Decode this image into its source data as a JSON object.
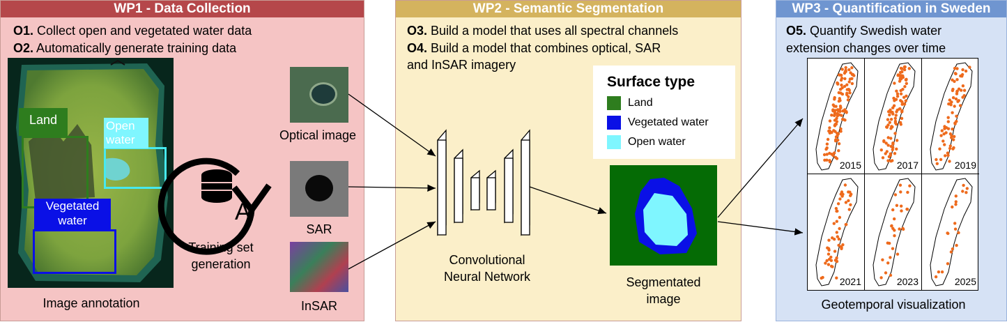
{
  "wp1": {
    "title": "WP1 - Data Collection",
    "header_color": "#b5474a",
    "bg_color": "#f5c4c4",
    "objectives": [
      {
        "id": "O1.",
        "text": " Collect open and vegetated water data"
      },
      {
        "id": "O2.",
        "text": " Automatically generate training data"
      }
    ],
    "annotation": {
      "land_label": "Land",
      "open_water_label": "Open water",
      "vegetated_water_label": "Vegetated water",
      "caption": "Image annotation"
    },
    "training_set_caption": "Training set generation",
    "training_icon": "database-cycle-icon",
    "training_icon_letter": "A",
    "inputs": {
      "optical": "Optical image",
      "sar": "SAR",
      "insar": "InSAR"
    }
  },
  "wp2": {
    "title": "WP2 - Semantic Segmentation",
    "header_color": "#d4b35e",
    "bg_color": "#fbefc9",
    "objectives": [
      {
        "id": "O3.",
        "text": " Build a model that uses all spectral channels"
      },
      {
        "id": "O4.",
        "text": " Build a model that combines optical, SAR"
      },
      {
        "id": "",
        "text": "and InSAR imagery"
      }
    ],
    "cnn_caption": "Convolutional Neural Network",
    "legend": {
      "title": "Surface type",
      "items": [
        {
          "label": "Land",
          "color": "#2e7d1e"
        },
        {
          "label": "Vegetated water",
          "color": "#0a10e6"
        },
        {
          "label": "Open water",
          "color": "#7ff6ff"
        }
      ]
    },
    "segmented_caption": "Segmentated image"
  },
  "wp3": {
    "title": "WP3 - Quantification in Sweden",
    "header_color": "#6f95d0",
    "bg_color": "#d6e2f5",
    "objectives": [
      {
        "id": "O5.",
        "text": " Quantify Swedish water"
      },
      {
        "id": "",
        "text": "extension changes over time"
      }
    ],
    "years": [
      "2015",
      "2017",
      "2019",
      "2021",
      "2023",
      "2025"
    ],
    "dot_color": "#ee6a1c",
    "caption": "Geotemporal visualization"
  }
}
